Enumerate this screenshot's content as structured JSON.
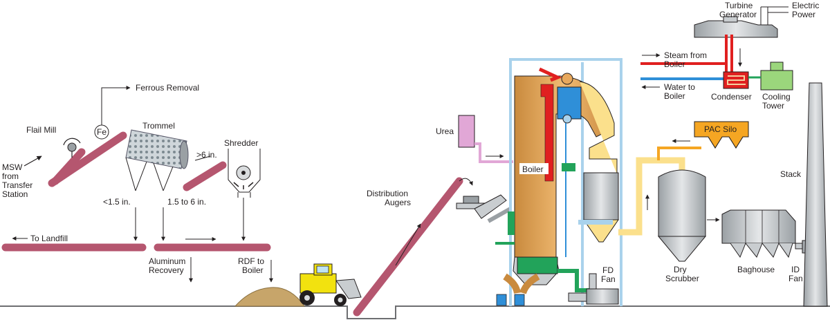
{
  "labels": {
    "flail_mill": "Flail Mill",
    "ferrous_removal": "Ferrous Removal",
    "fe": "Fe",
    "trommel": "Trommel",
    "shredder": "Shredder",
    "gt6": ">6 in.",
    "msw_1": "MSW",
    "msw_2": "from",
    "msw_3": "Transfer",
    "msw_4": "Station",
    "lt15": "<1.5 in.",
    "r15_6": "1.5 to 6 in.",
    "to_landfill": "To Landfill",
    "aluminum_1": "Aluminum",
    "aluminum_2": "Recovery",
    "rdf_1": "RDF to",
    "rdf_2": "Boiler",
    "urea": "Urea",
    "dist_1": "Distribution",
    "dist_2": "Augers",
    "boiler": "Boiler",
    "fd_1": "FD",
    "fd_2": "Fan",
    "turbine_1": "Turbine",
    "turbine_2": "Generator",
    "electric_1": "Electric",
    "electric_2": "Power",
    "steam_1": "Steam from",
    "steam_2": "Boiler",
    "water_1": "Water to",
    "water_2": "Boiler",
    "condenser": "Condenser",
    "cooling_1": "Cooling",
    "cooling_2": "Tower",
    "pac_silo": "PAC Silo",
    "stack": "Stack",
    "dry_1": "Dry",
    "dry_2": "Scrubber",
    "baghouse": "Baghouse",
    "id_1": "ID",
    "id_2": "Fan"
  },
  "colors": {
    "conveyor": "#b5566f",
    "boiler": "#e8a85c",
    "flue_duct": "#fbe08c",
    "pac": "#f5a623",
    "steam_line": "#e02020",
    "water_line": "#2f8fd8",
    "steel_blue": "#a9d2ec",
    "equipment_gray": "#c9cdd0",
    "green": "#22a35a",
    "urea": "#e1a7d6",
    "loader": "#f2e20f"
  }
}
